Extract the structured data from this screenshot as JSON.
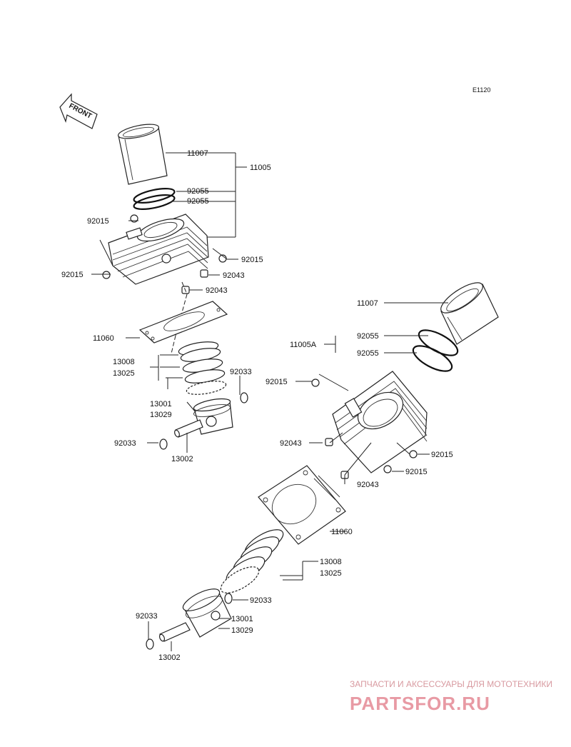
{
  "diagram_code": "E1120",
  "front_label": "FRONT",
  "watermark": {
    "tagline": "ЗАПЧАСТИ И АКСЕССУАРЫ ДЛЯ МОТОТЕХНИКИ",
    "logo": "PARTSFOR.RU"
  },
  "callouts_left": {
    "c11007": "11007",
    "c11005": "11005",
    "c92055a": "92055",
    "c92055b": "92055",
    "c92015a": "92015",
    "c92015b": "92015",
    "c92015c": "92015",
    "c92043a": "92043",
    "c92043b": "92043",
    "c11060": "11060",
    "c13008": "13008",
    "c13025": "13025",
    "c92033a": "92033",
    "c13001": "13001",
    "c13029": "13029",
    "c92033b": "92033",
    "c13002": "13002"
  },
  "callouts_right": {
    "c11007": "11007",
    "c11005a": "11005A",
    "c92055a": "92055",
    "c92055b": "92055",
    "c92015a": "92015",
    "c92043a": "92043",
    "c92015b": "92015",
    "c92015c": "92015",
    "c92043b": "92043",
    "c11060": "11060",
    "c13008": "13008",
    "c13025": "13025",
    "c92033a": "92033",
    "c92033b": "92033",
    "c13001": "13001",
    "c13029": "13029",
    "c13002": "13002"
  }
}
